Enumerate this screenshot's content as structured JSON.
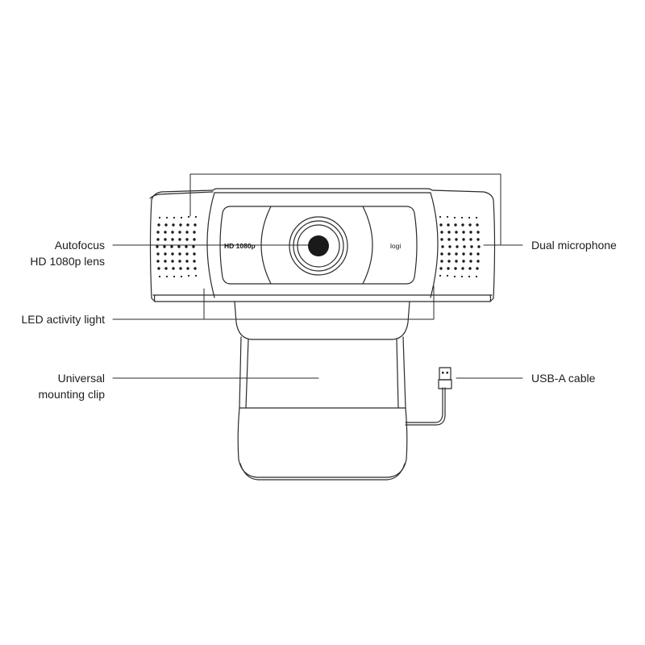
{
  "diagram": {
    "subject": "Webcam front view with callouts",
    "printed_markings": {
      "resolution_badge": "HD 1080p",
      "brand_mark": "logi"
    },
    "callouts": {
      "lens": {
        "line1": "Autofocus",
        "line2": "HD 1080p lens"
      },
      "led": {
        "line1": "LED activity light"
      },
      "clip": {
        "line1": "Universal",
        "line2": "mounting clip"
      },
      "microphone": {
        "line1": "Dual microphone"
      },
      "cable": {
        "line1": "USB-A cable"
      }
    },
    "colors": {
      "line": "#2a2a2a",
      "lens_center": "#1a1a1a",
      "background": "#ffffff",
      "text": "#1c1c1c"
    }
  }
}
